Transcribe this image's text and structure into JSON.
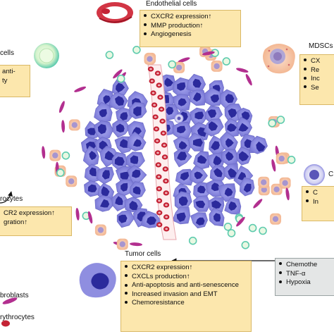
{
  "title": "",
  "groups": {
    "endothelial": {
      "label": "Endothelial cells",
      "items": [
        "CXCR2 expression↑",
        "MMP production↑",
        "Angiogenesis"
      ]
    },
    "nk": {
      "label": "cells",
      "items": [
        "anti-",
        "ty"
      ]
    },
    "mdsc": {
      "label": "MDSCs",
      "items": [
        "CX",
        "Re",
        "Inc",
        "Se"
      ]
    },
    "other": {
      "label": "C",
      "items": [
        "C",
        "In"
      ]
    },
    "left_cell": {
      "label": "rocytes",
      "items": [
        "CR2 expression↑",
        "gration↑"
      ]
    },
    "tumor": {
      "label": "Tumor cells",
      "items": [
        "CXCR2 expression↑",
        "CXCLs production↑",
        "Anti-apoptosis and anti-senescence",
        "Increased invasion and EMT",
        "Chemoresistance"
      ]
    },
    "stimuli": {
      "items": [
        "Chemothe",
        "TNF-α",
        "Hypoxia"
      ]
    }
  },
  "legend": {
    "fibroblasts": "broblasts",
    "erythrocytes": "rythrocytes"
  },
  "colors": {
    "box_fill": "#fce7ad",
    "box_border": "#d9b866",
    "gray_box_fill": "#e4e6e6",
    "tumor_cell": "#8f8ee0",
    "tumor_nucleus": "#2b2a9c",
    "fibroblast": "#b22f8f",
    "erythrocyte": "#c42335",
    "lymphocyte": "#5ecbae",
    "mdsc": "#f6c3a4"
  }
}
